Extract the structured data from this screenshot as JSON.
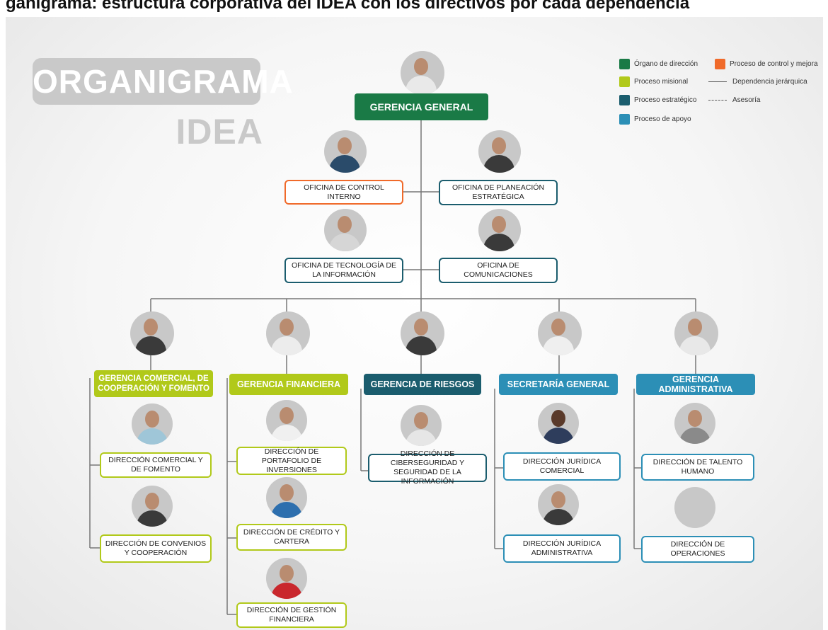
{
  "caption": "ganigrama: estructura corporativa del IDEA con los directivos por cada dependencia",
  "logo": {
    "line1": "ORGANIGRAMA",
    "line2": "IDEA"
  },
  "legend": {
    "items": [
      {
        "label": "Órgano de dirección",
        "color": "#1a7a46"
      },
      {
        "label": "Proceso misional",
        "color": "#b1c91a"
      },
      {
        "label": "Proceso estratégico",
        "color": "#1b5d6e"
      },
      {
        "label": "Proceso de apoyo",
        "color": "#2c8fb6"
      },
      {
        "label": "Proceso de control y mejora",
        "color": "#f06a2a"
      }
    ],
    "lines": [
      {
        "label": "Dependencia jerárquica",
        "style": "solid"
      },
      {
        "label": "Asesoría",
        "style": "dashed"
      }
    ]
  },
  "colors": {
    "direccion": "#1a7a46",
    "misional": "#b1c91a",
    "estrategico": "#1b5d6e",
    "apoyo": "#2c8fb6",
    "control": "#f06a2a",
    "line": "#777777"
  },
  "general": {
    "label": "GERENCIA GENERAL"
  },
  "offices": {
    "control_interno": "OFICINA DE CONTROL INTERNO",
    "planeacion": "OFICINA DE PLANEACIÓN ESTRATÉGICA",
    "tecnologia": "OFICINA DE TECNOLOGÍA DE LA INFORMACIÓN",
    "comunicaciones": "OFICINA DE COMUNICACIONES"
  },
  "gerencias": {
    "comercial": {
      "label": "GERENCIA COMERCIAL, DE COOPERACIÓN Y FOMENTO",
      "children": [
        "DIRECCIÓN COMERCIAL Y DE FOMENTO",
        "DIRECCIÓN DE CONVENIOS Y COOPERACIÓN"
      ]
    },
    "financiera": {
      "label": "GERENCIA FINANCIERA",
      "children": [
        "DIRECCIÓN DE PORTAFOLIO DE INVERSIONES",
        "DIRECCIÓN DE CRÉDITO Y CARTERA",
        "DIRECCIÓN DE GESTIÓN FINANCIERA"
      ]
    },
    "riesgos": {
      "label": "GERENCIA DE RIESGOS",
      "children": [
        "DIRECCIÓN DE CIBERSEGURIDAD Y SEGURIDAD DE LA INFORMACIÓN"
      ]
    },
    "secretaria": {
      "label": "SECRETARÍA GENERAL",
      "children": [
        "DIRECCIÓN JURÍDICA COMERCIAL",
        "DIRECCIÓN JURÍDICA ADMINISTRATIVA"
      ]
    },
    "administrativa": {
      "label": "GERENCIA ADMINISTRATIVA",
      "children": [
        "DIRECCIÓN DE TALENTO HUMANO",
        "DIRECCIÓN DE OPERACIONES"
      ]
    }
  }
}
